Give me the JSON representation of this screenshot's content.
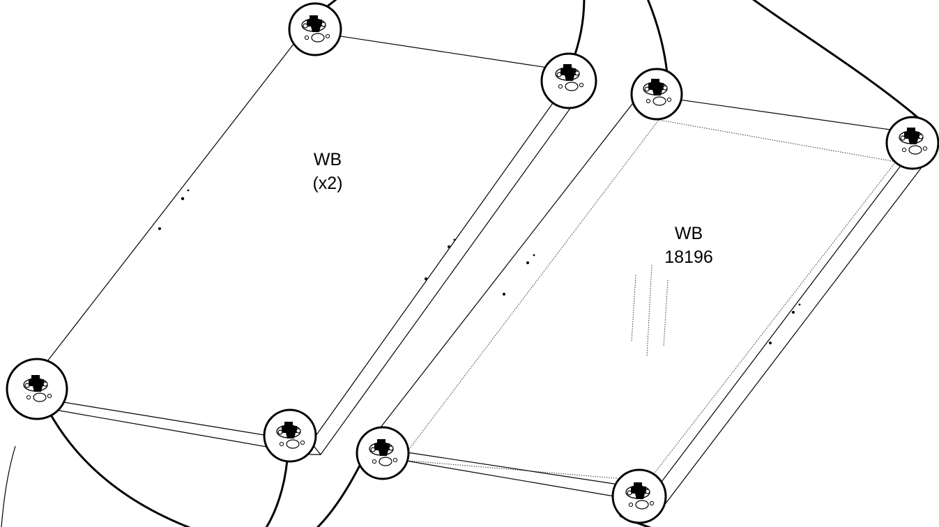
{
  "panels": [
    {
      "name_text": "WB",
      "qty_text": "(x2)"
    },
    {
      "name_text": "WB",
      "qty_text": "18196"
    }
  ],
  "icons": {
    "cam_lock": "cam-lock-fitting-icon",
    "hole": "pre-drilled-hole-icon"
  },
  "colors": {
    "ink": "#000000",
    "paper": "#ffffff"
  }
}
